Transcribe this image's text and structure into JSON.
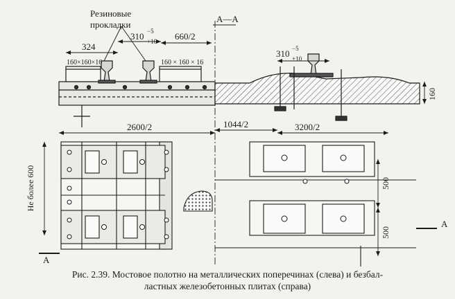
{
  "drawing": {
    "labels": {
      "rubber_pads_line1": "Резиновые",
      "rubber_pads_line2": "прокладки",
      "section": "А—А",
      "dim_324": "324",
      "dim_310_left": "310",
      "dim_310_left_sup": "−5",
      "dim_310_left_sub": "+10",
      "dim_660_2": "660/2",
      "dim_310_right": "310",
      "dim_310_right_sup": "−5",
      "dim_310_right_sub": "+10",
      "angle_left": "160×160×16",
      "angle_right": "160 × 160 × 16",
      "dim_160": "160",
      "dim_2600_2": "2600/2",
      "dim_1044_2": "1044/2",
      "dim_3200_2": "3200/2",
      "dim_600": "Не более 600",
      "dim_500_top": "500",
      "dim_500_bottom": "500",
      "mark_a_left": "А",
      "mark_a_right": "А"
    }
  },
  "caption": {
    "line1": "Рис. 2.39. Мостовое полотно на металлических поперечинах (слева) и безбал-",
    "line2": "ластных железобетонных плитах (справа)"
  }
}
